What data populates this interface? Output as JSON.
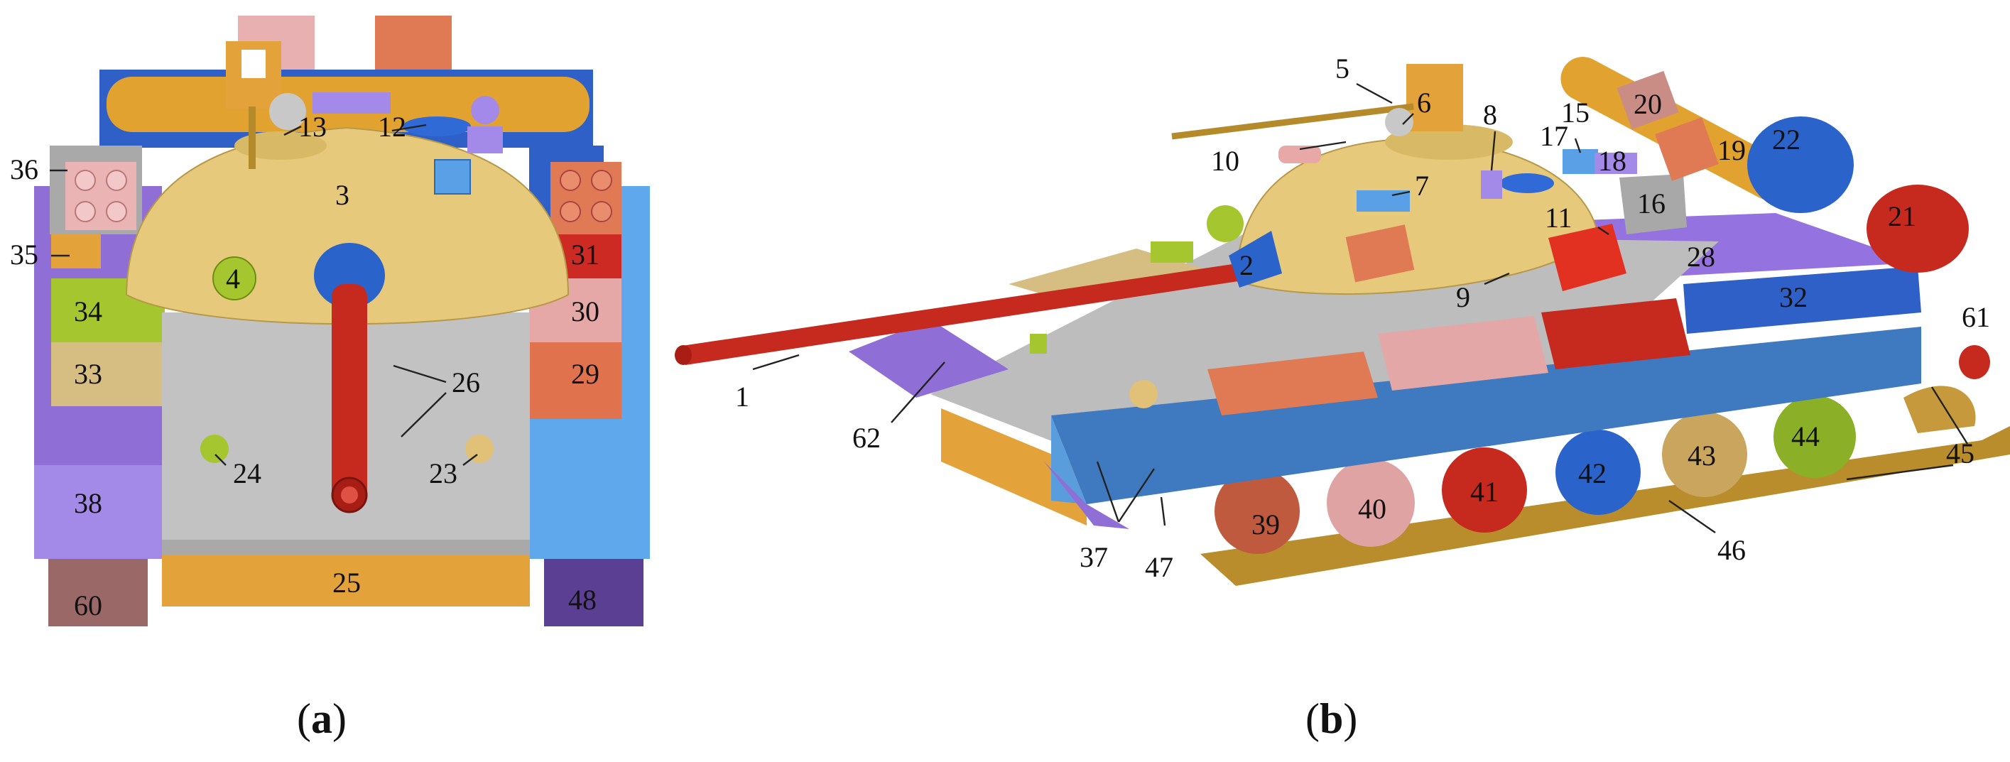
{
  "captions": {
    "a": "a",
    "b": "b"
  },
  "colors": {
    "turret": "#e6c97a",
    "hull_grey": "#bdbdbd",
    "barrel_red": "#c62a1f",
    "mantlet_blue": "#2a63c9",
    "side_skirt_blue": "#4a86c6",
    "orange": "#e3a23a",
    "purple": "#9a7de0",
    "green": "#a6c62e",
    "salmon": "#e07a55",
    "pink": "#e8a8a8",
    "khaki": "#cdb378",
    "track": "#b98d2c"
  },
  "front_view_labels": [
    {
      "id": "3",
      "text": "3"
    },
    {
      "id": "4",
      "text": "4"
    },
    {
      "id": "12",
      "text": "12"
    },
    {
      "id": "13",
      "text": "13"
    },
    {
      "id": "23",
      "text": "23"
    },
    {
      "id": "24",
      "text": "24"
    },
    {
      "id": "25",
      "text": "25"
    },
    {
      "id": "26",
      "text": "26"
    },
    {
      "id": "29",
      "text": "29"
    },
    {
      "id": "30",
      "text": "30"
    },
    {
      "id": "31",
      "text": "31"
    },
    {
      "id": "33",
      "text": "33"
    },
    {
      "id": "34",
      "text": "34"
    },
    {
      "id": "35",
      "text": "35"
    },
    {
      "id": "36",
      "text": "36"
    },
    {
      "id": "38",
      "text": "38"
    },
    {
      "id": "48",
      "text": "48"
    },
    {
      "id": "60",
      "text": "60"
    }
  ],
  "iso_view_labels": [
    {
      "id": "1",
      "text": "1"
    },
    {
      "id": "2",
      "text": "2"
    },
    {
      "id": "5",
      "text": "5"
    },
    {
      "id": "6",
      "text": "6"
    },
    {
      "id": "7",
      "text": "7"
    },
    {
      "id": "8",
      "text": "8"
    },
    {
      "id": "9",
      "text": "9"
    },
    {
      "id": "10",
      "text": "10"
    },
    {
      "id": "11",
      "text": "11"
    },
    {
      "id": "15",
      "text": "15"
    },
    {
      "id": "16",
      "text": "16"
    },
    {
      "id": "17",
      "text": "17"
    },
    {
      "id": "18",
      "text": "18"
    },
    {
      "id": "19",
      "text": "19"
    },
    {
      "id": "20",
      "text": "20"
    },
    {
      "id": "21",
      "text": "21"
    },
    {
      "id": "22",
      "text": "22"
    },
    {
      "id": "28",
      "text": "28"
    },
    {
      "id": "32",
      "text": "32"
    },
    {
      "id": "37",
      "text": "37"
    },
    {
      "id": "39",
      "text": "39"
    },
    {
      "id": "40",
      "text": "40"
    },
    {
      "id": "41",
      "text": "41"
    },
    {
      "id": "42",
      "text": "42"
    },
    {
      "id": "43",
      "text": "43"
    },
    {
      "id": "44",
      "text": "44"
    },
    {
      "id": "45",
      "text": "45"
    },
    {
      "id": "46",
      "text": "46"
    },
    {
      "id": "47",
      "text": "47"
    },
    {
      "id": "61",
      "text": "61"
    },
    {
      "id": "62",
      "text": "62"
    }
  ]
}
